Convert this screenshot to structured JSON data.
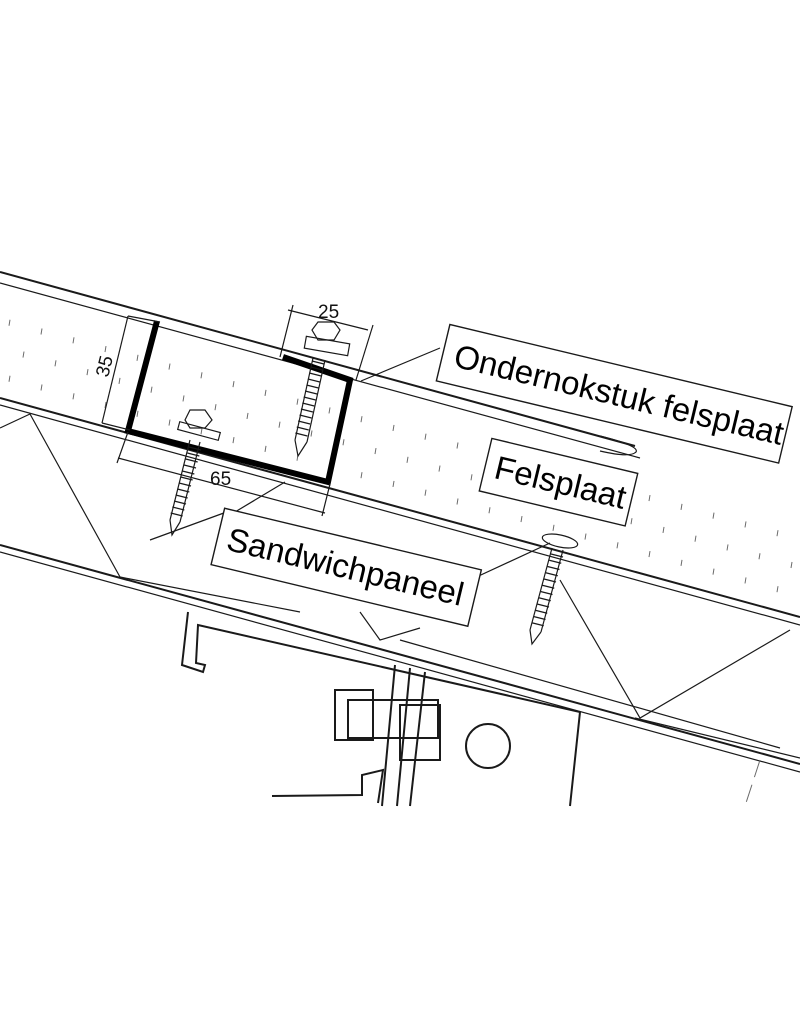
{
  "labels": {
    "ondernokstuk": "Ondernokstuk felsplaat",
    "felsplaat": "Felsplaat",
    "sandwichpaneel": "Sandwichpaneel"
  },
  "dimensions": {
    "width_top": "25",
    "height_left": "35",
    "width_bottom": "65"
  },
  "colors": {
    "line": "#1a1a1a",
    "profile": "#000000",
    "background": "#ffffff"
  }
}
